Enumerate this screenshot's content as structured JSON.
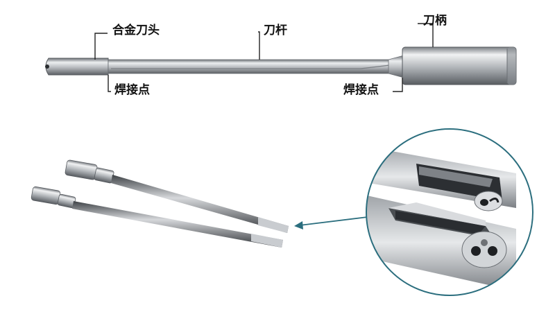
{
  "labels": {
    "carbide_head": "合金刀头",
    "shank": "刀杆",
    "handle": "刀柄",
    "weld_point_left": "焊接点",
    "weld_point_right": "焊接点"
  },
  "colors": {
    "leader_line": "#222222",
    "arrow": "#2b6e7e",
    "zoom_circle": "#2b6e7e",
    "metal_light": "#e8eaec",
    "metal_mid": "#a9adb1",
    "metal_dark": "#5a5e63"
  }
}
